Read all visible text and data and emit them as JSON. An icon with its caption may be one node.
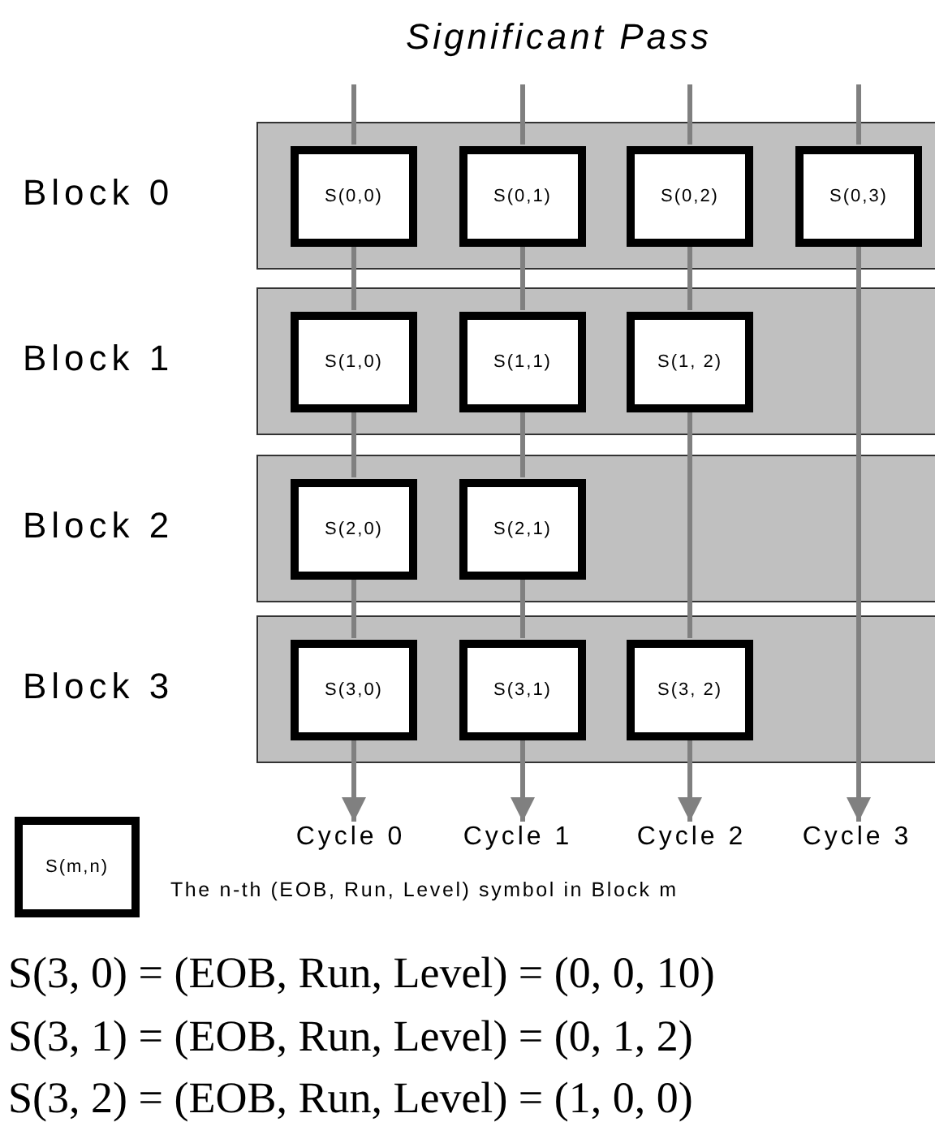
{
  "diagram": {
    "title": "Significant Pass",
    "nodes": [
      {
        "text": [
          "Block 0"
        ]
      },
      {
        "text": [
          "S(0,0)"
        ],
        "in": 0
      },
      {
        "text": [
          "S(0,1)"
        ],
        "in": 0
      },
      {
        "text": [
          "S(0,2)"
        ],
        "in": 0
      },
      {
        "text": [
          "S(0,3)"
        ],
        "in": 0
      },
      {
        "text": [
          "Block 1"
        ]
      },
      {
        "text": [
          "S(1,0)"
        ],
        "in": 5
      },
      {
        "text": [
          "S(1,1)"
        ],
        "in": 5
      },
      {
        "text": [
          "S(1, 2)"
        ],
        "in": 5
      },
      {
        "text": [
          "Block 2"
        ]
      },
      {
        "text": [
          "S(2,0)"
        ],
        "in": 9
      },
      {
        "text": [
          "S(2,1)"
        ],
        "in": 9
      },
      {
        "text": [
          "Block 3"
        ]
      },
      {
        "text": [
          "S(3,0)"
        ],
        "in": 12
      },
      {
        "text": [
          "S(3,1)"
        ],
        "in": 12
      },
      {
        "text": [
          "S(3, 2)"
        ],
        "in": 12
      },
      {
        "text": [
          "Cycle 0"
        ]
      },
      {
        "text": [
          "Cycle 1"
        ]
      },
      {
        "text": [
          "Cycle 2"
        ]
      },
      {
        "text": [
          "Cycle 3"
        ]
      },
      {
        "text": [
          "S(m,n)"
        ],
        "beside": [
          "The n-th (EOB, Run, Level) symbol in Block m"
        ]
      }
    ],
    "edges": [
      {
        "from": null,
        "to": 1,
        "arrow": "none"
      },
      {
        "from": 1,
        "to": 6,
        "arrow": "none"
      },
      {
        "from": 6,
        "to": 10,
        "arrow": "none"
      },
      {
        "from": 10,
        "to": 13,
        "arrow": "none"
      },
      {
        "from": 13,
        "to": 16,
        "arrow": "to"
      },
      {
        "from": null,
        "to": 2,
        "arrow": "none"
      },
      {
        "from": 2,
        "to": 7,
        "arrow": "none"
      },
      {
        "from": 7,
        "to": 11,
        "arrow": "none"
      },
      {
        "from": 11,
        "to": 14,
        "arrow": "none"
      },
      {
        "from": 14,
        "to": 17,
        "arrow": "to"
      },
      {
        "from": null,
        "to": 3,
        "arrow": "none"
      },
      {
        "from": 3,
        "to": 8,
        "arrow": "none"
      },
      {
        "from": 8,
        "to": 15,
        "arrow": "none"
      },
      {
        "from": 15,
        "to": 18,
        "arrow": "to"
      },
      {
        "from": null,
        "to": 4,
        "arrow": "none"
      },
      {
        "from": 4,
        "to": 19,
        "arrow": "to"
      }
    ],
    "labels": [
      "S(3, 0) = (EOB, Run, Level) = (0, 0, 10)",
      "S(3, 1) = (EOB, Run, Level) = (0, 1, 2)",
      "S(3, 2) = (EOB, Run, Level) = (1, 0, 0)"
    ]
  }
}
